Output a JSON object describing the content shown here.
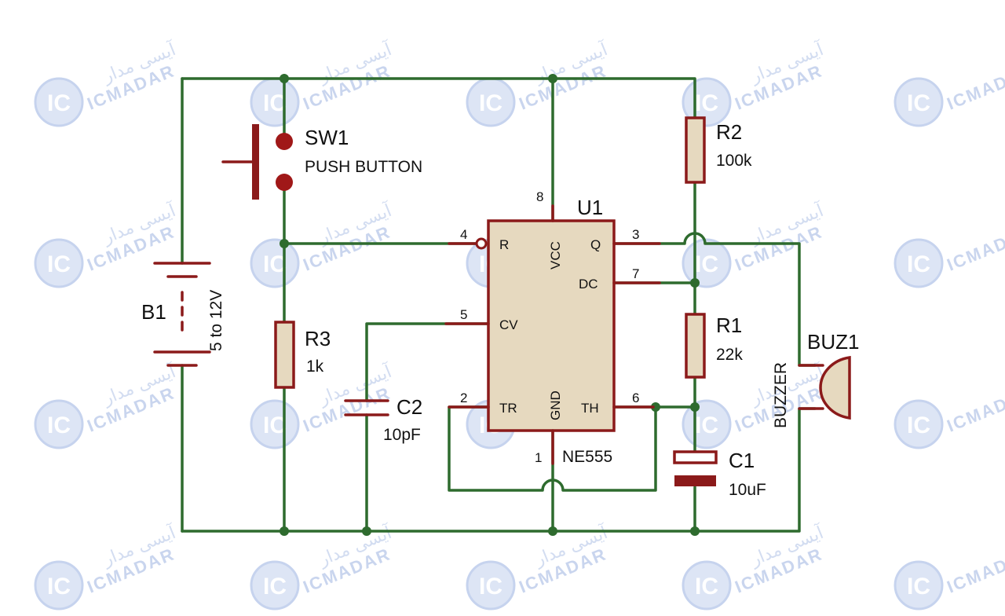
{
  "watermark": {
    "brand_en": "ICMADAR",
    "brand_fa": "آیسی مدار",
    "logo_text": "IC"
  },
  "components": {
    "sw1": {
      "ref": "SW1",
      "value": "PUSH BUTTON"
    },
    "b1": {
      "ref": "B1",
      "value": "5 to 12V"
    },
    "r3": {
      "ref": "R3",
      "value": "1k"
    },
    "c2": {
      "ref": "C2",
      "value": "10pF"
    },
    "u1": {
      "ref": "U1",
      "part": "NE555"
    },
    "r2": {
      "ref": "R2",
      "value": "100k"
    },
    "r1": {
      "ref": "R1",
      "value": "22k"
    },
    "c1": {
      "ref": "C1",
      "value": "10uF"
    },
    "buz1": {
      "ref": "BUZ1",
      "value": "BUZZER"
    }
  },
  "ic_pins": {
    "r": {
      "num": "4",
      "name": "R"
    },
    "vcc": {
      "num": "8",
      "name": "VCC"
    },
    "q": {
      "num": "3",
      "name": "Q"
    },
    "dc": {
      "num": "7",
      "name": "DC"
    },
    "cv": {
      "num": "5",
      "name": "CV"
    },
    "tr": {
      "num": "2",
      "name": "TR"
    },
    "gnd": {
      "num": "1",
      "name": "GND"
    },
    "th": {
      "num": "6",
      "name": "TH"
    }
  },
  "colors": {
    "wire": "#2e6b2e",
    "component": "#8b1a1a",
    "body": "#e6d9bf"
  }
}
